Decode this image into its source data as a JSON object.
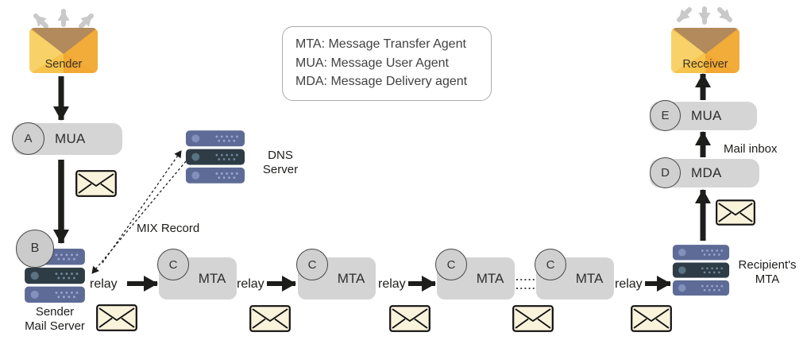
{
  "legend": {
    "lines": [
      "MTA: Message Transfer Agent",
      "MUA: Message User Agent",
      "MDA: Message Delivery agent"
    ]
  },
  "labels": {
    "relay": "relay",
    "mix_record": "MIX Record",
    "mail_inbox": "Mail inbox"
  },
  "nodes": {
    "sender": {
      "label": "Sender"
    },
    "receiver": {
      "label": "Receiver"
    },
    "mua_a": {
      "letter": "A",
      "label": "MUA"
    },
    "sender_mail_server": {
      "letter": "B",
      "line1": "Sender",
      "line2": "Mail Server"
    },
    "dns_server": {
      "line1": "DNS",
      "line2": "Server"
    },
    "mda": {
      "letter": "D",
      "label": "MDA"
    },
    "mua_e": {
      "letter": "E",
      "label": "MUA"
    },
    "recipient_mta": {
      "line1": "Recipient's",
      "line2": "MTA"
    }
  },
  "mta_chain": [
    {
      "letter": "C",
      "label": "MTA"
    },
    {
      "letter": "C",
      "label": "MTA"
    },
    {
      "letter": "C",
      "label": "MTA"
    },
    {
      "letter": "C",
      "label": "MTA"
    }
  ],
  "colors": {
    "envelope_orange": "#F5A82F",
    "envelope_light": "#F8D269",
    "envelope_flap": "#B28A5B",
    "mail_beige": "#FAF3DC",
    "server_slate": "#5D6B96",
    "server_dark": "#2E3C45",
    "pill_gray": "#D4D4D4",
    "arrow_black": "#1D1D1B",
    "arrow_gray": "#C9C9C9"
  }
}
